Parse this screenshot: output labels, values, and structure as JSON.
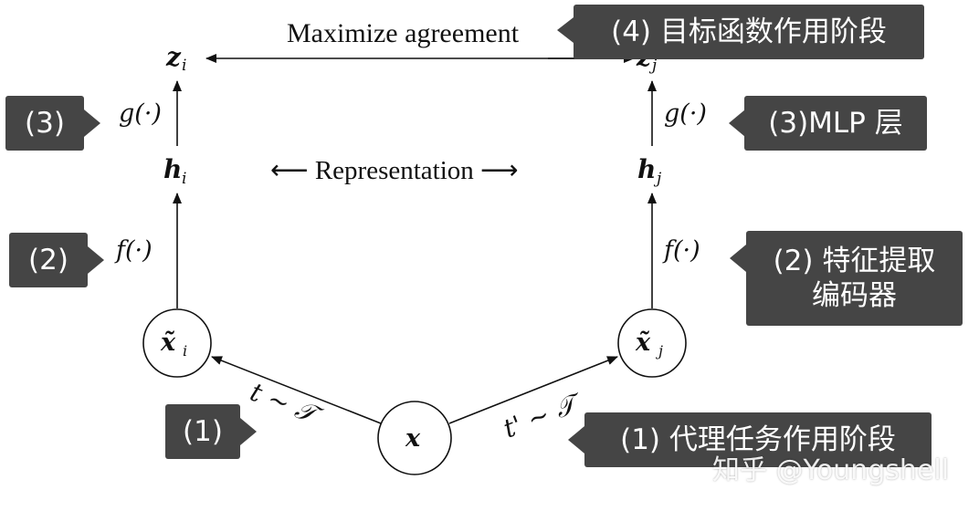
{
  "nodes": {
    "z_i": {
      "main": "z",
      "sub": "i"
    },
    "z_j": {
      "main": "z",
      "sub": "j"
    },
    "h_i": {
      "main": "h",
      "sub": "i"
    },
    "h_j": {
      "main": "h",
      "sub": "j"
    },
    "xt_i": {
      "main": "x̃",
      "sub": "i"
    },
    "xt_j": {
      "main": "x̃",
      "sub": "j"
    },
    "x": {
      "main": "x"
    }
  },
  "labels": {
    "maximize": "Maximize agreement",
    "representation": "⟵ Representation ⟶",
    "g_left": "g(·)",
    "g_right": "g(·)",
    "f_left": "f(·)",
    "f_right": "f(·)",
    "t_left": "t ~ 𝒯",
    "t_right": "t' ~ 𝒯"
  },
  "callouts": {
    "stage4": "(4) 目标函数作用阶段",
    "left3": "(3)",
    "right3": "(3)MLP 层",
    "left2": "(2)",
    "right2": "(2) 特征提取\n编码器",
    "left1": "(1)",
    "right1": "(1) 代理任务作用阶段"
  },
  "watermark": "知乎 @Youngshell",
  "colors": {
    "callout_bg": "#454545",
    "callout_text": "#ffffff",
    "line": "#111111"
  }
}
